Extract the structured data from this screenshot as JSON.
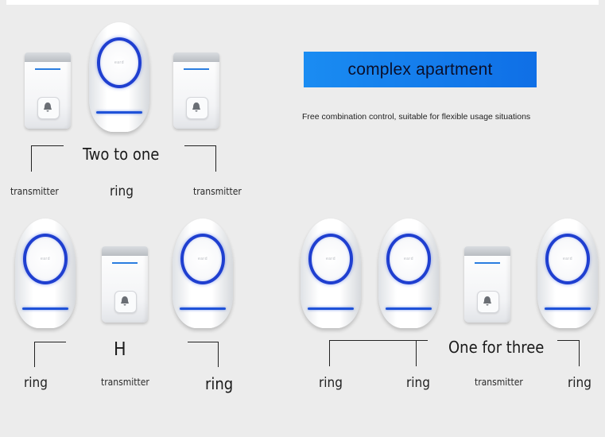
{
  "banner": {
    "title": "complex apartment",
    "subtitle": "Free combination control, suitable for flexible usage situations"
  },
  "group_two_to_one": {
    "heading": "Two to one",
    "left_label": "transmitter",
    "center_label": "ring",
    "right_label": "transmitter"
  },
  "group_h": {
    "heading": "H",
    "left_label": "ring",
    "center_label": "transmitter",
    "right_label": "ring"
  },
  "group_one_for_three": {
    "heading": "One for three",
    "label_1": "ring",
    "label_2": "ring",
    "label_3": "transmitter",
    "label_4": "ring"
  },
  "colors": {
    "banner_blue": "#1a8cf2",
    "accent_blue": "#1f3fd0",
    "background": "#ececec"
  }
}
